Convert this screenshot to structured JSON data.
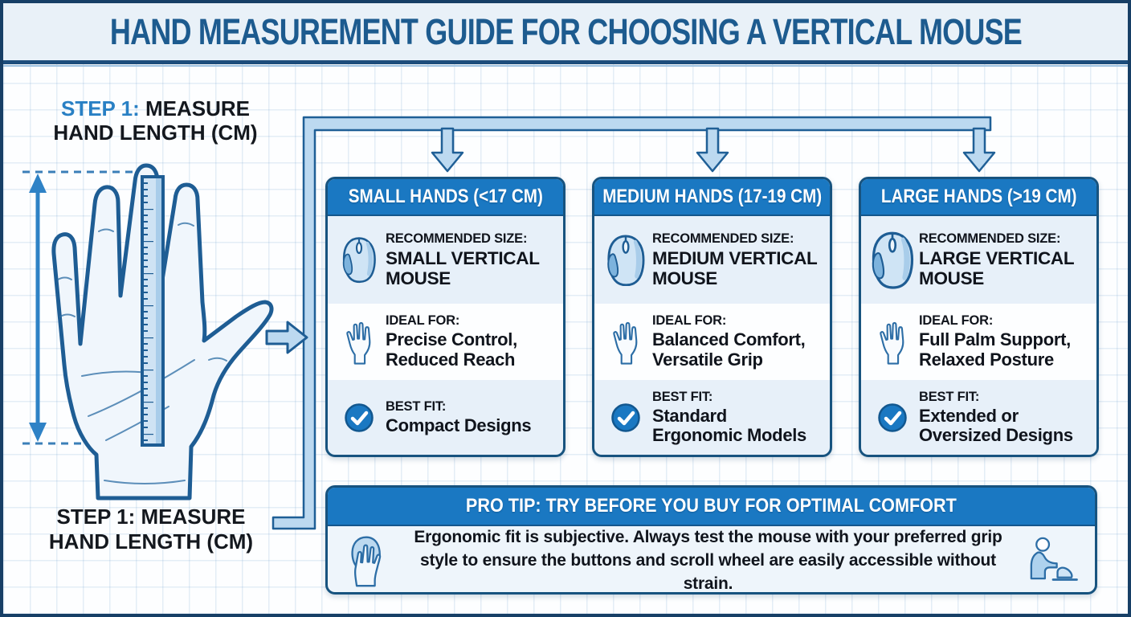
{
  "title": "HAND MEASUREMENT GUIDE FOR CHOOSING A VERTICAL MOUSE",
  "step": {
    "top_prefix": "STEP 1:",
    "top_rest": " MEASURE HAND LENGTH (CM)",
    "bottom": "STEP 1: MEASURE HAND LENGTH (CM)"
  },
  "cards": [
    {
      "header": "SMALL HANDS (<17 CM)",
      "rows": [
        {
          "icon": "mouse-icon",
          "label": "RECOMMENDED SIZE:",
          "value": "SMALL VERTICAL MOUSE"
        },
        {
          "icon": "hand-icon",
          "label": "IDEAL FOR:",
          "value": "Precise Control, Reduced Reach"
        },
        {
          "icon": "check-circle-icon",
          "label": "BEST FIT:",
          "value": "Compact Designs"
        }
      ]
    },
    {
      "header": "MEDIUM HANDS (17-19 CM)",
      "rows": [
        {
          "icon": "mouse-icon",
          "label": "RECOMMENDED SIZE:",
          "value": "MEDIUM VERTICAL MOUSE"
        },
        {
          "icon": "hand-icon",
          "label": "IDEAL FOR:",
          "value": "Balanced Comfort, Versatile Grip"
        },
        {
          "icon": "check-circle-icon",
          "label": "BEST FIT:",
          "value": "Standard Ergonomic Models"
        }
      ]
    },
    {
      "header": "LARGE HANDS (>19 CM)",
      "rows": [
        {
          "icon": "mouse-icon",
          "label": "RECOMMENDED SIZE:",
          "value": "LARGE VERTICAL MOUSE"
        },
        {
          "icon": "hand-icon",
          "label": "IDEAL FOR:",
          "value": "Full Palm Support, Relaxed Posture"
        },
        {
          "icon": "check-circle-icon",
          "label": "BEST FIT:",
          "value": "Extended or Oversized Designs"
        }
      ]
    }
  ],
  "pro_tip": {
    "header": "PRO TIP: TRY BEFORE YOU BUY FOR OPTIMAL COMFORT",
    "body": "Ergonomic fit is subjective. Always test the mouse with your preferred grip style to ensure the buttons and scroll wheel are easily accessible without strain."
  },
  "colors": {
    "accent_blue": "#1a78c2",
    "dark_title_blue": "#1d5b8f",
    "card_border_blue": "#17537f",
    "light_panel_blue": "#e7f0f9",
    "connector_fill": "#bcd9f0",
    "step_accent_blue": "#2980c4"
  }
}
